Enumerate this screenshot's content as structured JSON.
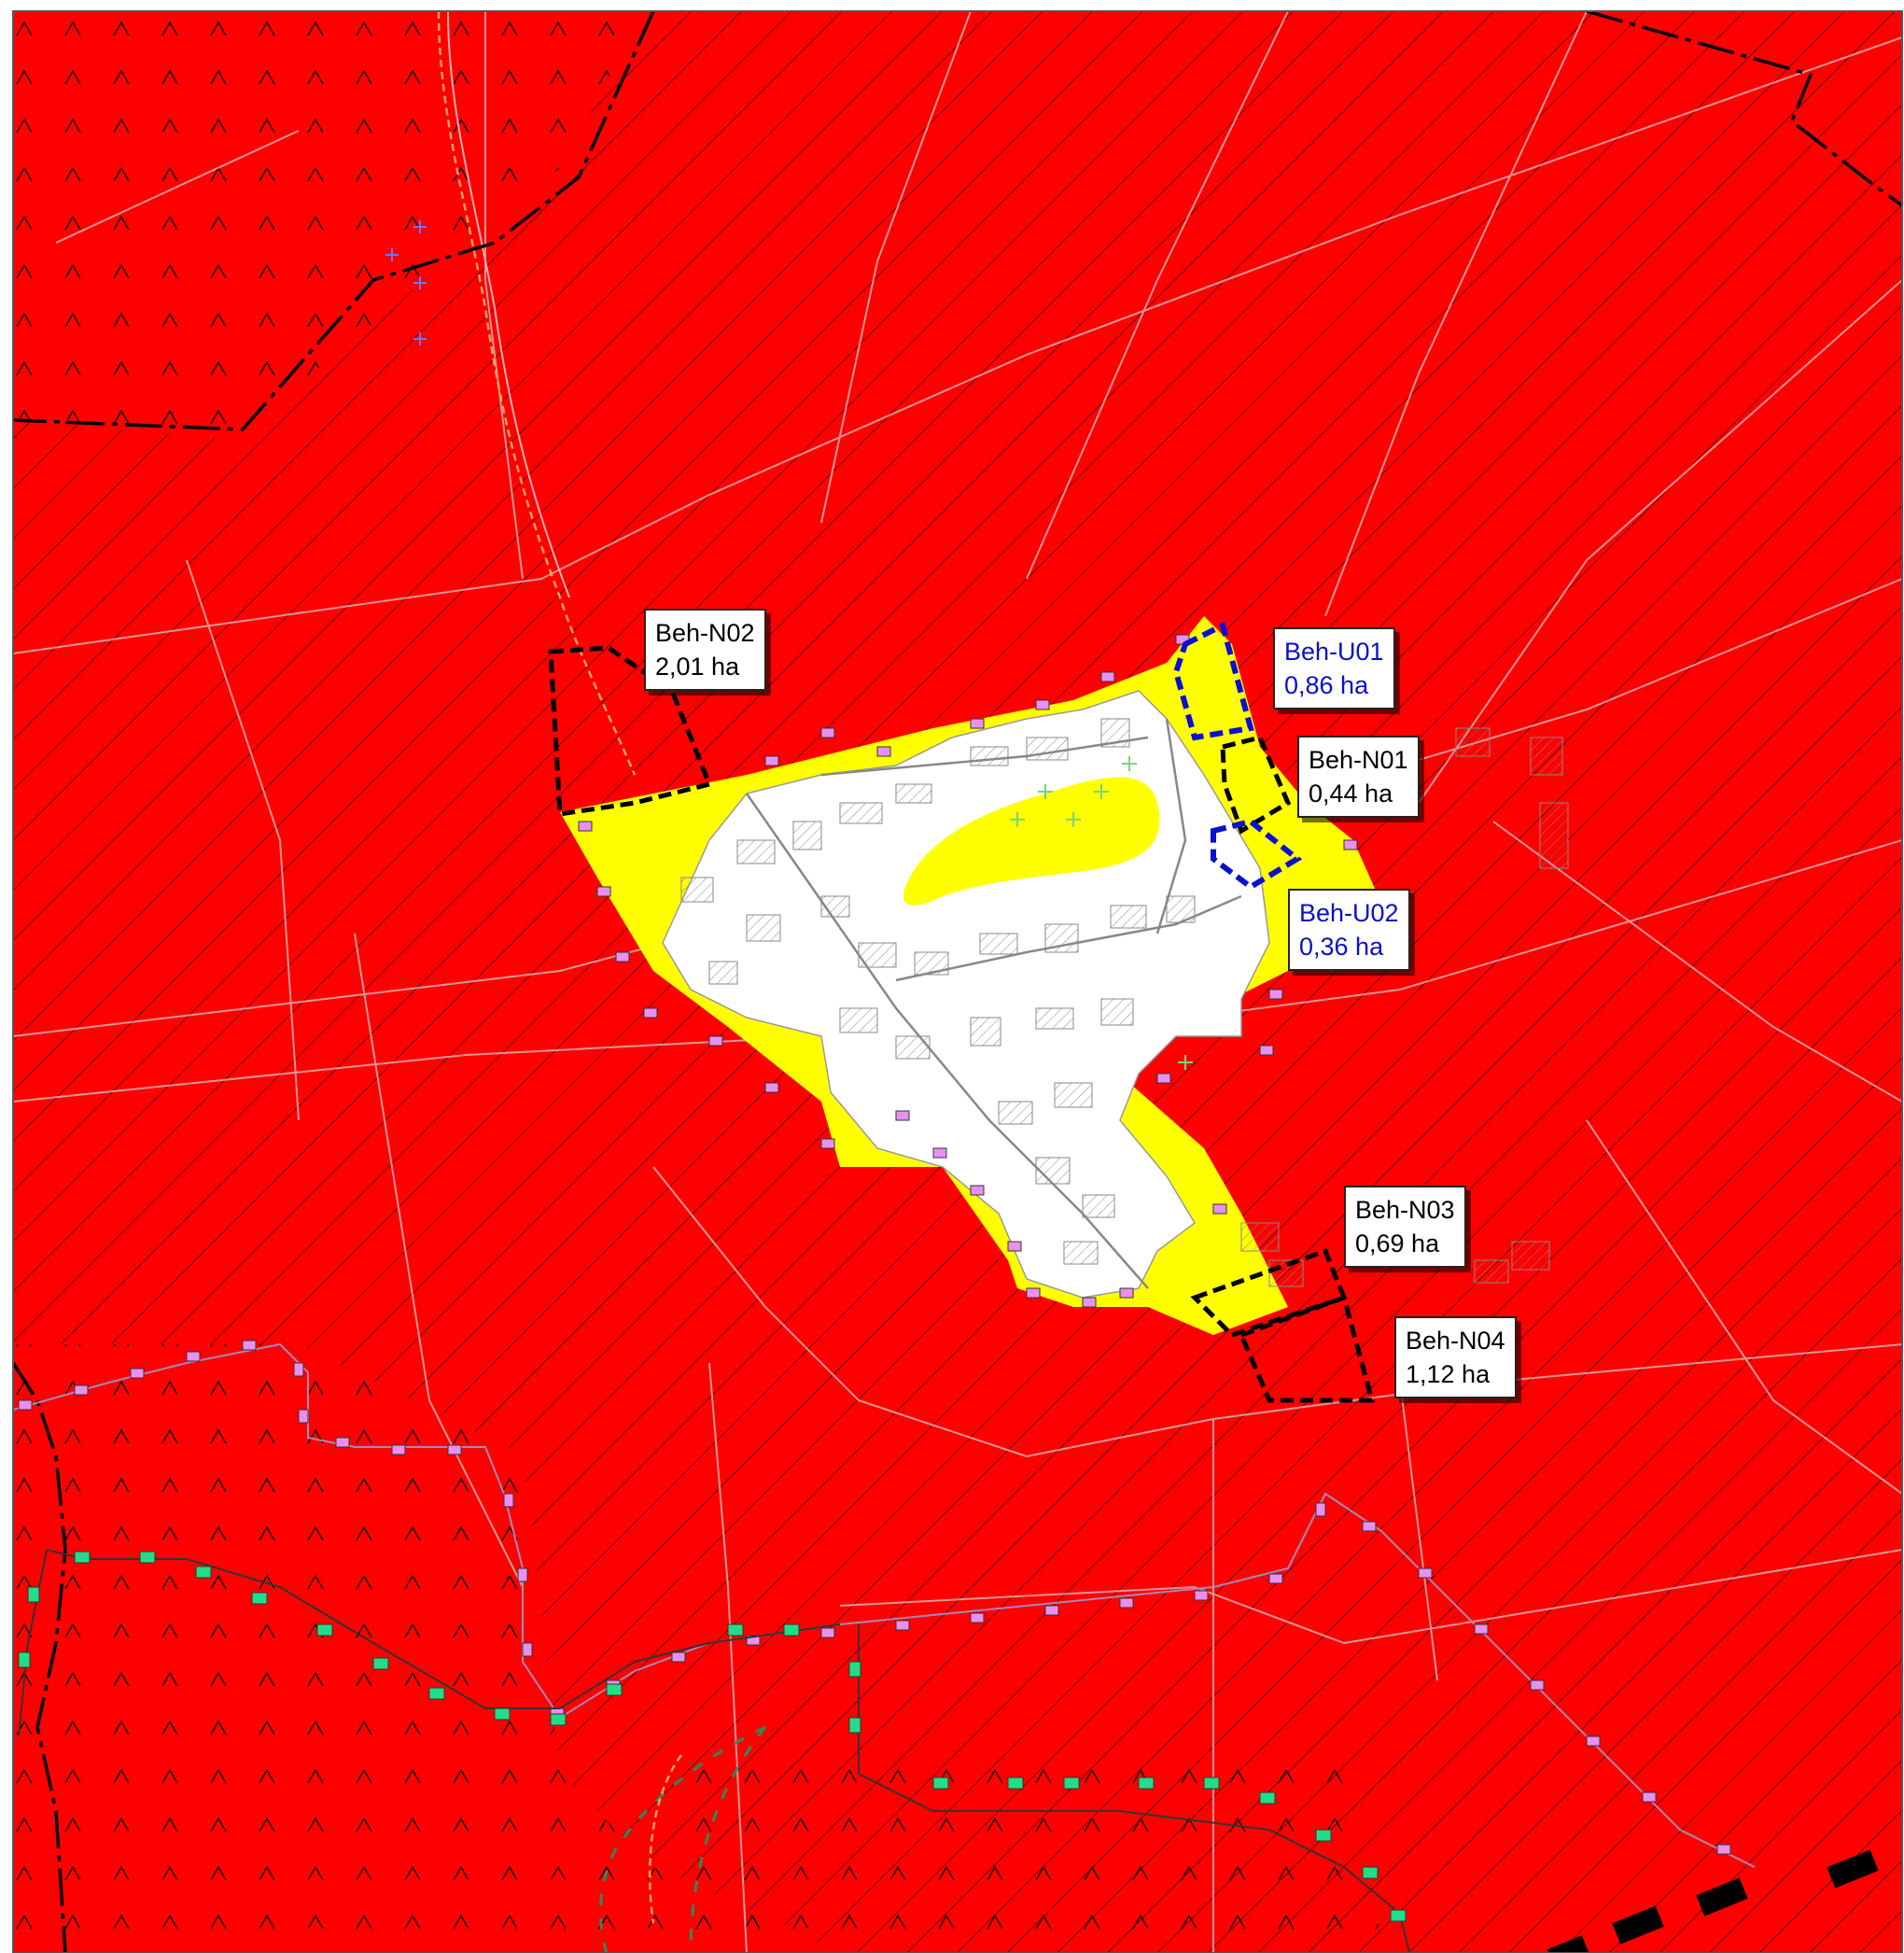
{
  "map": {
    "colors": {
      "protected_area": "#ff0000",
      "settlement": "#ffffff",
      "green_area": "#ffff00",
      "new_area_outline": "#000000",
      "changed_area_outline": "#0000dd",
      "boundary_symbol_violet": "#e890f0",
      "boundary_symbol_green": "#22dd88",
      "parcel_lines": "#d9b2b2"
    },
    "labels": [
      {
        "id": "Beh-N02",
        "name": "Beh-N02",
        "area": "2,01 ha",
        "style": "new"
      },
      {
        "id": "Beh-U01",
        "name": "Beh-U01",
        "area": "0,86 ha",
        "style": "change"
      },
      {
        "id": "Beh-N01",
        "name": "Beh-N01",
        "area": "0,44 ha",
        "style": "new"
      },
      {
        "id": "Beh-U02",
        "name": "Beh-U02",
        "area": "0,36 ha",
        "style": "change"
      },
      {
        "id": "Beh-N03",
        "name": "Beh-N03",
        "area": "0,69 ha",
        "style": "new"
      },
      {
        "id": "Beh-N04",
        "name": "Beh-N04",
        "area": "1,12 ha",
        "style": "new"
      }
    ]
  }
}
